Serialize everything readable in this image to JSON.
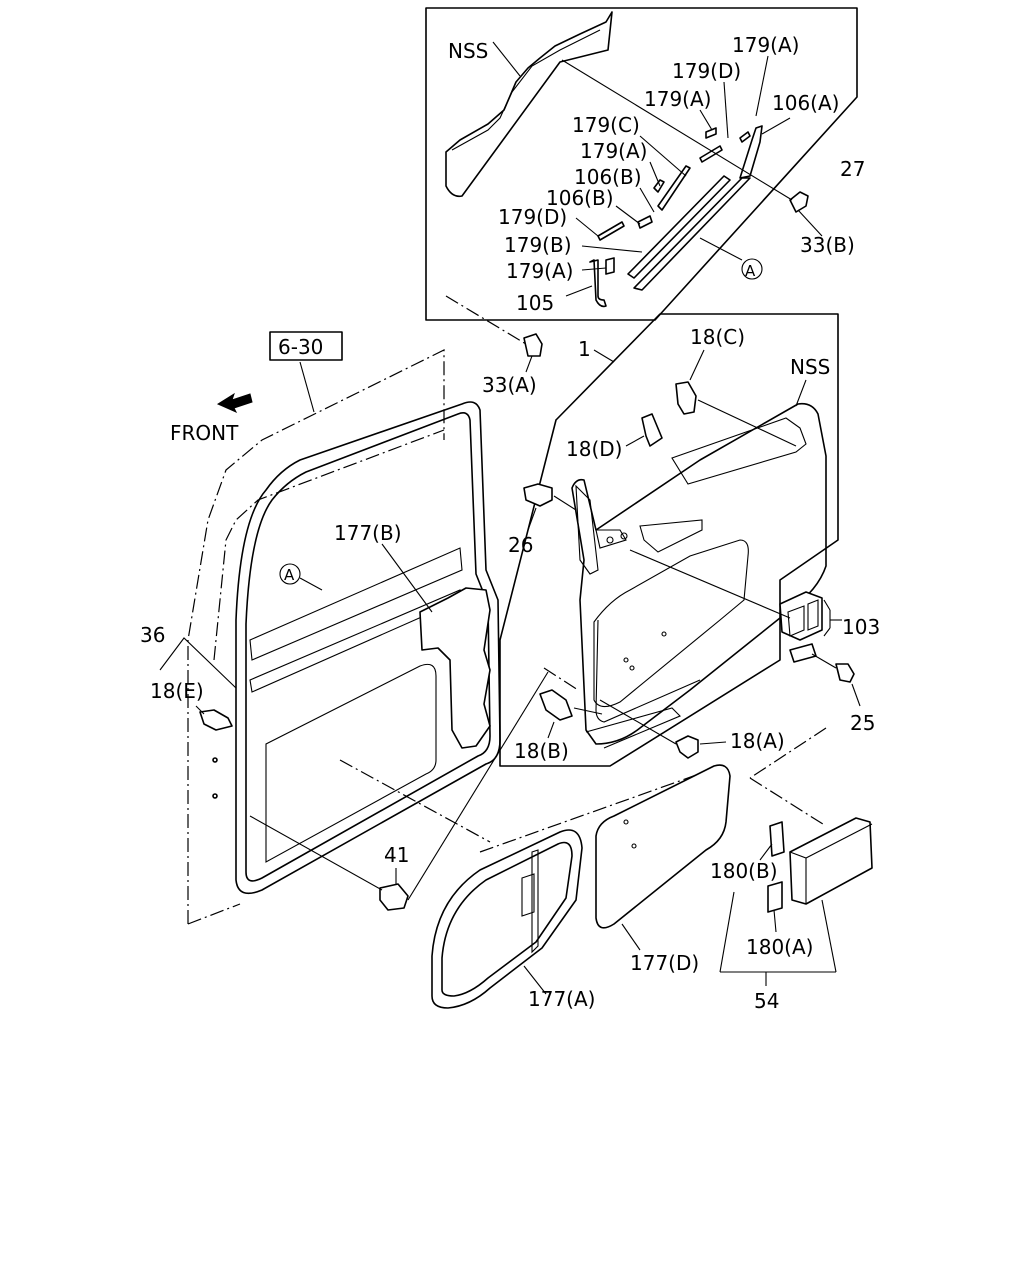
{
  "labels": {
    "nss_top": "NSS",
    "l179a_1": "179(A)",
    "l179d_1": "179(D)",
    "l179a_2": "179(A)",
    "l106a": "106(A)",
    "l179c": "179(C)",
    "l179a_3": "179(A)",
    "l106b_1": "106(B)",
    "l106b_2": "106(B)",
    "l179d_2": "179(D)",
    "l179b": "179(B)",
    "l179a_4": "179(A)",
    "l105": "105",
    "l27": "27",
    "l33b": "33(B)",
    "circle_a_top": "A",
    "l33a": "33(A)",
    "ref_6_30": "6-30",
    "front": "FRONT",
    "l1": "1",
    "l18c": "18(C)",
    "nss_mid": "NSS",
    "l18d": "18(D)",
    "l26": "26",
    "l177b": "177(B)",
    "circle_a_left": "A",
    "l36": "36",
    "l18e": "18(E)",
    "l103": "103",
    "l25": "25",
    "l18b": "18(B)",
    "l18a": "18(A)",
    "l41": "41",
    "l180b": "180(B)",
    "l180a": "180(A)",
    "l177d": "177(D)",
    "l177a": "177(A)",
    "l54": "54"
  }
}
